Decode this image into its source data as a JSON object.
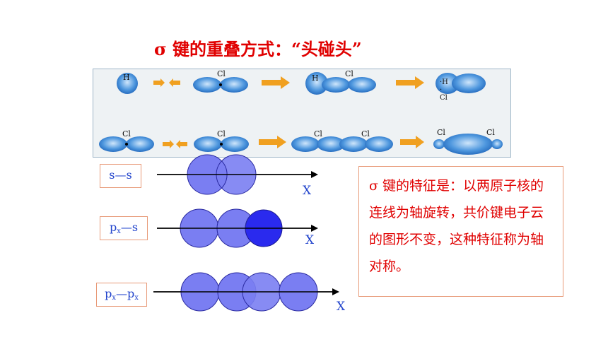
{
  "title": "σ 键的重叠方式：“头碰头”",
  "orbital_panel": {
    "row1_labels": [
      "H",
      "Cl",
      "H",
      "Cl",
      "·H · Cl"
    ],
    "row2_labels": [
      "Cl",
      "Cl",
      "Cl",
      "Cl",
      "Cl",
      "Cl"
    ]
  },
  "overlaps": [
    {
      "label_main": "s—s",
      "axis_label": "X"
    },
    {
      "label_a": "p",
      "sub_a": "x",
      "sep": "—s",
      "axis_label": "X"
    },
    {
      "label_a": "p",
      "sub_a": "x",
      "sep": "—p",
      "sub_b": "x",
      "axis_label": "X"
    }
  ],
  "description": "σ 键的特征是：以两原子核的连线为轴旋转，共价键电子云的图形不变，这种特征称为轴对称。",
  "colors": {
    "title": "#e00000",
    "circle": "#7a7ef2",
    "circle_dark": "#2a2aee",
    "label": "#2244cc",
    "arrow_orange": "#f0a020"
  }
}
